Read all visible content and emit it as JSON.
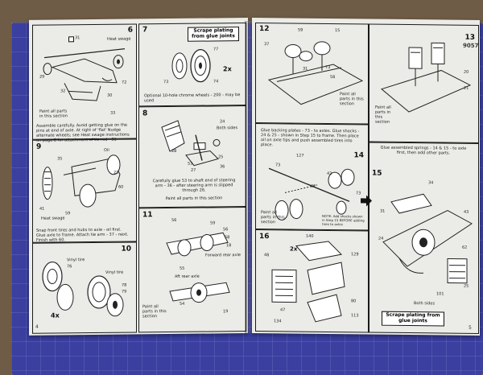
{
  "left_page": {
    "page_number": "4",
    "steps": [
      {
        "number": "6",
        "labels": [
          "Heat swage",
          "31",
          "32",
          "30",
          "29",
          "72",
          "33"
        ],
        "caption": "Paint all parts in this section",
        "text": "Assemble carefully. Avoid getting glue on the pins at end of axle. At right of 'flat' Nudge alternate wheels; see Heat swage instructions on page 2 for attachment of tie rod - 31"
      },
      {
        "number": "7",
        "callout": "Scrape plating from glue joints",
        "labels": [
          "77",
          "73",
          "74",
          "77"
        ],
        "multiplier": "2x",
        "text": "Optional 10-hole chrome wheels - 200 - may be used"
      },
      {
        "number": "8",
        "labels": [
          "24",
          "Both sides",
          "28",
          "53",
          "27",
          "25",
          "36"
        ],
        "text": "Carefully glue 53 to shaft end of steering arm - 36 - after steering arm is slipped through 26.",
        "caption": "Paint all parts in this section"
      },
      {
        "number": "9",
        "labels": [
          "Oil",
          "35",
          "22",
          "41",
          "Heat swage",
          "59",
          "60"
        ],
        "text": "Snap front tires and hubs to axle - oil first. Glue axle to frame. Attach tie arm - 37 - next. Finish with 60."
      },
      {
        "number": "10",
        "labels": [
          "Vinyl tire",
          "76",
          "Vinyl tire",
          "78",
          "79"
        ],
        "multiplier": "4x"
      },
      {
        "number": "11",
        "labels": [
          "56",
          "59",
          "56",
          "58",
          "55",
          "18",
          "Forward rear axle",
          "Aft rear axle",
          "54",
          "19"
        ],
        "caption": "Paint all parts in this section"
      }
    ]
  },
  "right_page": {
    "page_number": "5",
    "edge_text": "9057",
    "steps": [
      {
        "number": "12",
        "labels": [
          "59",
          "15",
          "37",
          "73",
          "31",
          "58"
        ],
        "caption": "Paint all parts in this section"
      },
      {
        "number": "13",
        "labels": [
          "20",
          "21"
        ],
        "caption": "Paint all parts in this section"
      },
      {
        "number": "14",
        "labels": [
          "127",
          "73",
          "42",
          "32",
          "73"
        ],
        "text": "Glue backing plates - 73 - to axles. Glue shocks - 24 & 25 - shown in Step 15 to frame. Then place oil on axle tips and push assembled tires into place.",
        "caption": "Paint all parts in this section",
        "note": "NOTE: Add shocks shown in Step 15 BEFORE adding tires to axles"
      },
      {
        "number": "15",
        "labels": [
          "34",
          "31",
          "43",
          "24",
          "62",
          "25",
          "101",
          "Both sides"
        ],
        "text": "Glue assembled springs - 14 & 15 - to axle first, then add other parts.",
        "callout": "Scrape plating from glue joints"
      },
      {
        "number": "16",
        "labels": [
          "140",
          "2x",
          "129",
          "48",
          "47",
          "113",
          "80",
          "134"
        ]
      }
    ]
  }
}
